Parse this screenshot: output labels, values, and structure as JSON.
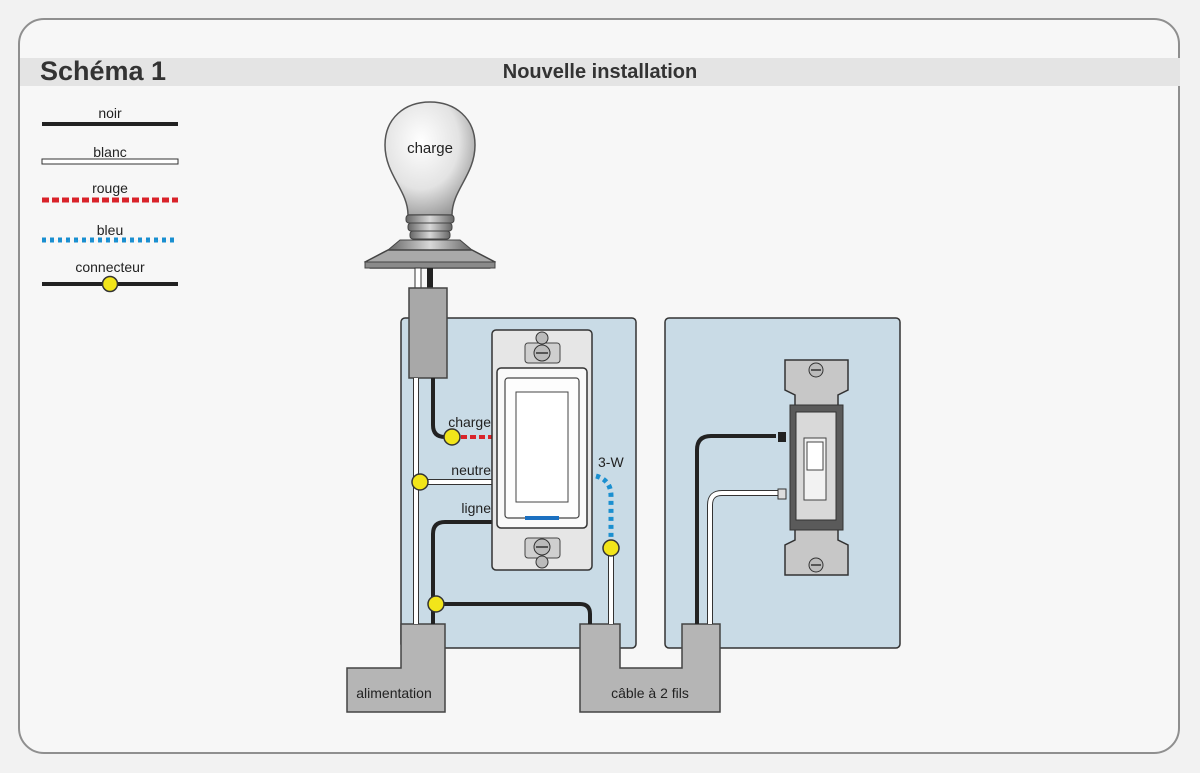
{
  "header": {
    "schema_title": "Schéma 1",
    "install_title": "Nouvelle installation"
  },
  "legend": {
    "black": "noir",
    "white": "blanc",
    "red": "rouge",
    "blue": "bleu",
    "connector": "connecteur"
  },
  "labels": {
    "bulb": "charge",
    "terminal_load": "charge",
    "terminal_neutral": "neutre",
    "terminal_line": "ligne",
    "terminal_3w": "3-W",
    "power_cable": "alimentation",
    "two_wire_cable": "câble à 2 fils"
  },
  "colors": {
    "black_wire": "#222222",
    "white_wire": "#ffffff",
    "red_wire": "#d9232a",
    "blue_wire": "#1a8fd0",
    "connector": "#f2e51a",
    "box": "#c9dbe6",
    "cable": "#b5b5b5"
  }
}
